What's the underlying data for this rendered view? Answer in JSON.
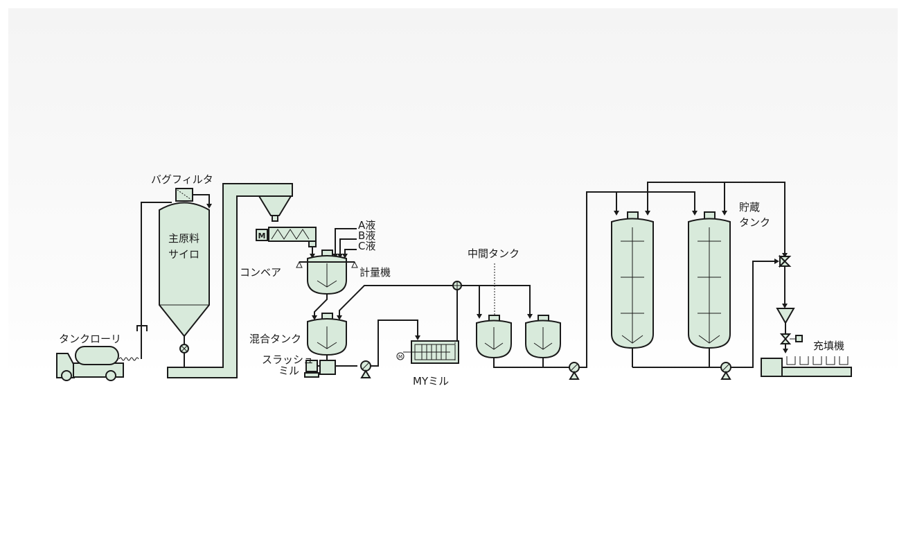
{
  "labels": {
    "tank_lorry": "タンクローリ",
    "bag_filter": "バグフィルタ",
    "silo_line1": "主原料",
    "silo_line2": "サイロ",
    "conveyor": "コンベア",
    "motor_m": "M",
    "liquid_a": "A液",
    "liquid_b": "B液",
    "liquid_c": "C液",
    "metering": "計量機",
    "mixing_tank": "混合タンク",
    "slasher_line1": "スラッシュ",
    "slasher_line2": "ミル",
    "mill_motor": "M",
    "my_mill": "MYミル",
    "intermediate_tank": "中間タンク",
    "storage_line1": "貯蔵",
    "storage_line2": "タンク",
    "filler": "充填機"
  },
  "colors": {
    "equipment_fill": "#d8eadb",
    "line": "#1a1a1a",
    "background_band": "#f4f4f4"
  }
}
